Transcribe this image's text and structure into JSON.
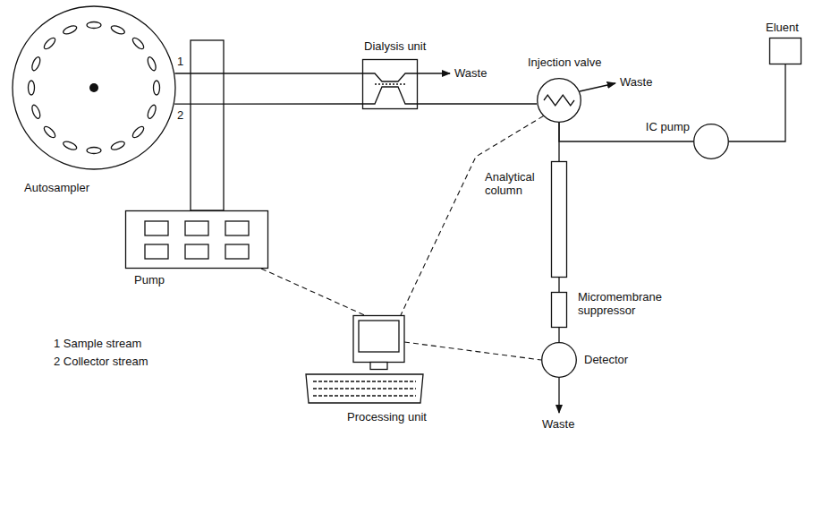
{
  "diagram": {
    "nodes": [
      {
        "text": [
          "Autosampler"
        ]
      },
      {
        "text": [
          "Pump"
        ]
      },
      {
        "text": [
          "Dialysis unit"
        ]
      },
      {
        "text": [
          "Injection valve"
        ]
      },
      {
        "text": [
          "Eluent"
        ]
      },
      {
        "text": [
          "IC pump"
        ]
      },
      {
        "text": [
          "Analytical column"
        ]
      },
      {
        "text": [
          "Micromembrane suppressor"
        ]
      },
      {
        "text": [
          "Detector"
        ]
      },
      {
        "text": [
          "Processing unit"
        ]
      }
    ],
    "edges": [
      {
        "from": 0,
        "to": 2,
        "arrow": "none",
        "label": "1"
      },
      {
        "from": 0,
        "to": 2,
        "arrow": "none",
        "label": "2"
      },
      {
        "from": 2,
        "to": 3,
        "arrow": "none"
      },
      {
        "from": 4,
        "to": 5,
        "arrow": "none"
      },
      {
        "from": 5,
        "to": 3,
        "arrow": "none"
      },
      {
        "from": 3,
        "to": 6,
        "arrow": "none"
      },
      {
        "from": 6,
        "to": 7,
        "arrow": "none"
      },
      {
        "from": 7,
        "to": 8,
        "arrow": "none"
      },
      {
        "from": 1,
        "to": 9,
        "arrow": "none"
      },
      {
        "from": 3,
        "to": 9,
        "arrow": "none"
      },
      {
        "from": 9,
        "to": 8,
        "arrow": "none"
      }
    ],
    "labels": [
      "Waste",
      "Waste",
      "Waste",
      "1 Sample stream",
      "2 Collector stream"
    ]
  }
}
